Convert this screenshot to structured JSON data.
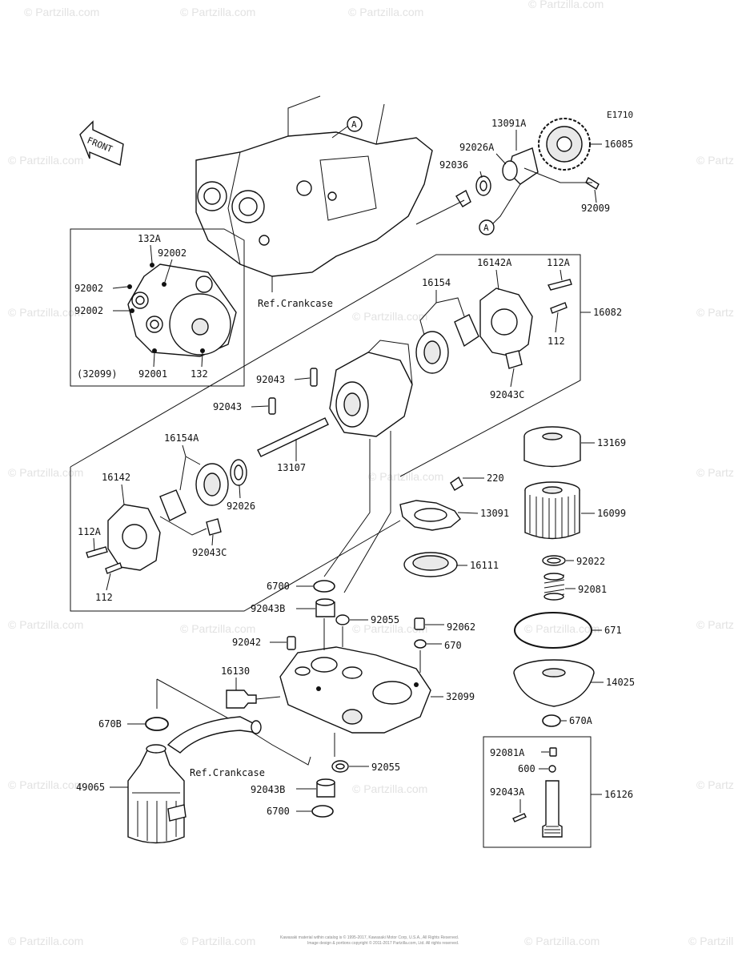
{
  "diagram": {
    "code": "E1710",
    "front_label": "FRONT",
    "circle_ref": "A",
    "ref_crankcase": "Ref.Crankcase",
    "watermark": "© Partzilla.com",
    "footer_line1": "Kawasaki material within catalog is © 1995-2017, Kawasaki Motor Corp, U.S.A., All Rights Reserved.",
    "footer_line2": "Image design & portions copyright © 2011-2017 Partzilla.com, Ltd. All rights reserved.",
    "labels": {
      "l13091A": "13091A",
      "l92026A": "92026A",
      "l92036": "92036",
      "l16085": "16085",
      "l92009": "92009",
      "l132A": "132A",
      "l92002a": "92002",
      "l92002b": "92002",
      "l92002c": "92002",
      "l32099a": "(32099)",
      "l92001": "92001",
      "l132": "132",
      "l16142A": "16142A",
      "l112A_top": "112A",
      "l16082": "16082",
      "l16154": "16154",
      "l112_top": "112",
      "l92043C_top": "92043C",
      "l92043a": "92043",
      "l92043b": "92043",
      "l13107": "13107",
      "l16154A": "16154A",
      "l16142": "16142",
      "l92026": "92026",
      "l112A_left": "112A",
      "l92043C_left": "92043C",
      "l112_left": "112",
      "l13169": "13169",
      "l220": "220",
      "l13091": "13091",
      "l16099": "16099",
      "l16111": "16111",
      "l92022": "92022",
      "l92081": "92081",
      "l6700a": "6700",
      "l92043B_a": "92043B",
      "l92055a": "92055",
      "l92062": "92062",
      "l671": "671",
      "l92042": "92042",
      "l670": "670",
      "l16130": "16130",
      "l32099b": "32099",
      "l14025": "14025",
      "l670B": "670B",
      "l670A": "670A",
      "l92081A": "92081A",
      "l92055b": "92055",
      "l600": "600",
      "l49065": "49065",
      "l92043A": "92043A",
      "l16126": "16126",
      "l92043B_b": "92043B",
      "l6700b": "6700"
    }
  }
}
